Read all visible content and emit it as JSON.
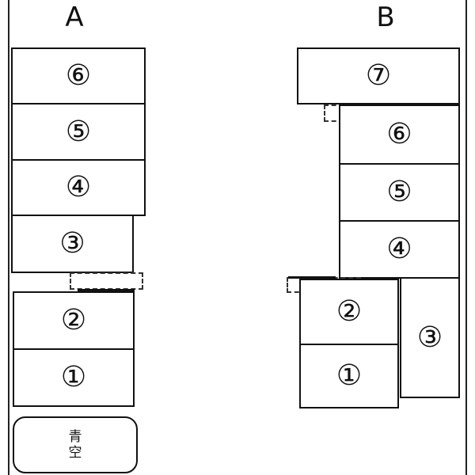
{
  "columns": {
    "a_label": "A",
    "b_label": "B"
  },
  "column_a": {
    "blocks": [
      "⑥",
      "⑤",
      "④",
      "③",
      "②",
      "①"
    ]
  },
  "column_b": {
    "blocks": [
      "⑦",
      "⑥",
      "⑤",
      "④",
      "②",
      "①",
      "③"
    ]
  },
  "note_box": {
    "line1": "青",
    "line2": "空"
  }
}
